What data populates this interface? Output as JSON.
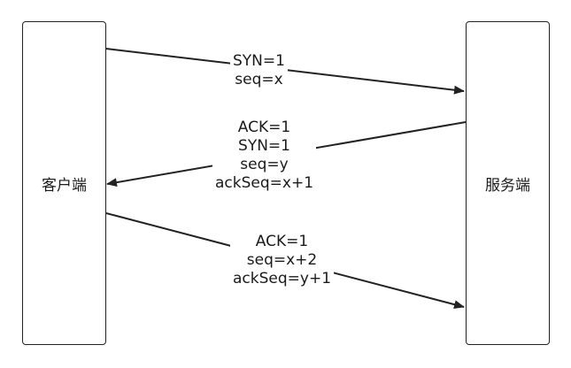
{
  "nodes": {
    "client": "客户端",
    "server": "服务端"
  },
  "messages": [
    {
      "lines": [
        "SYN=1",
        "seq=x"
      ]
    },
    {
      "lines": [
        "ACK=1",
        "SYN=1",
        "seq=y",
        "ackSeq=x+1"
      ]
    },
    {
      "lines": [
        "ACK=1",
        "seq=x+2",
        "ackSeq=y+1"
      ]
    }
  ],
  "colors": {
    "line": "#222222",
    "box_border": "#222222"
  }
}
